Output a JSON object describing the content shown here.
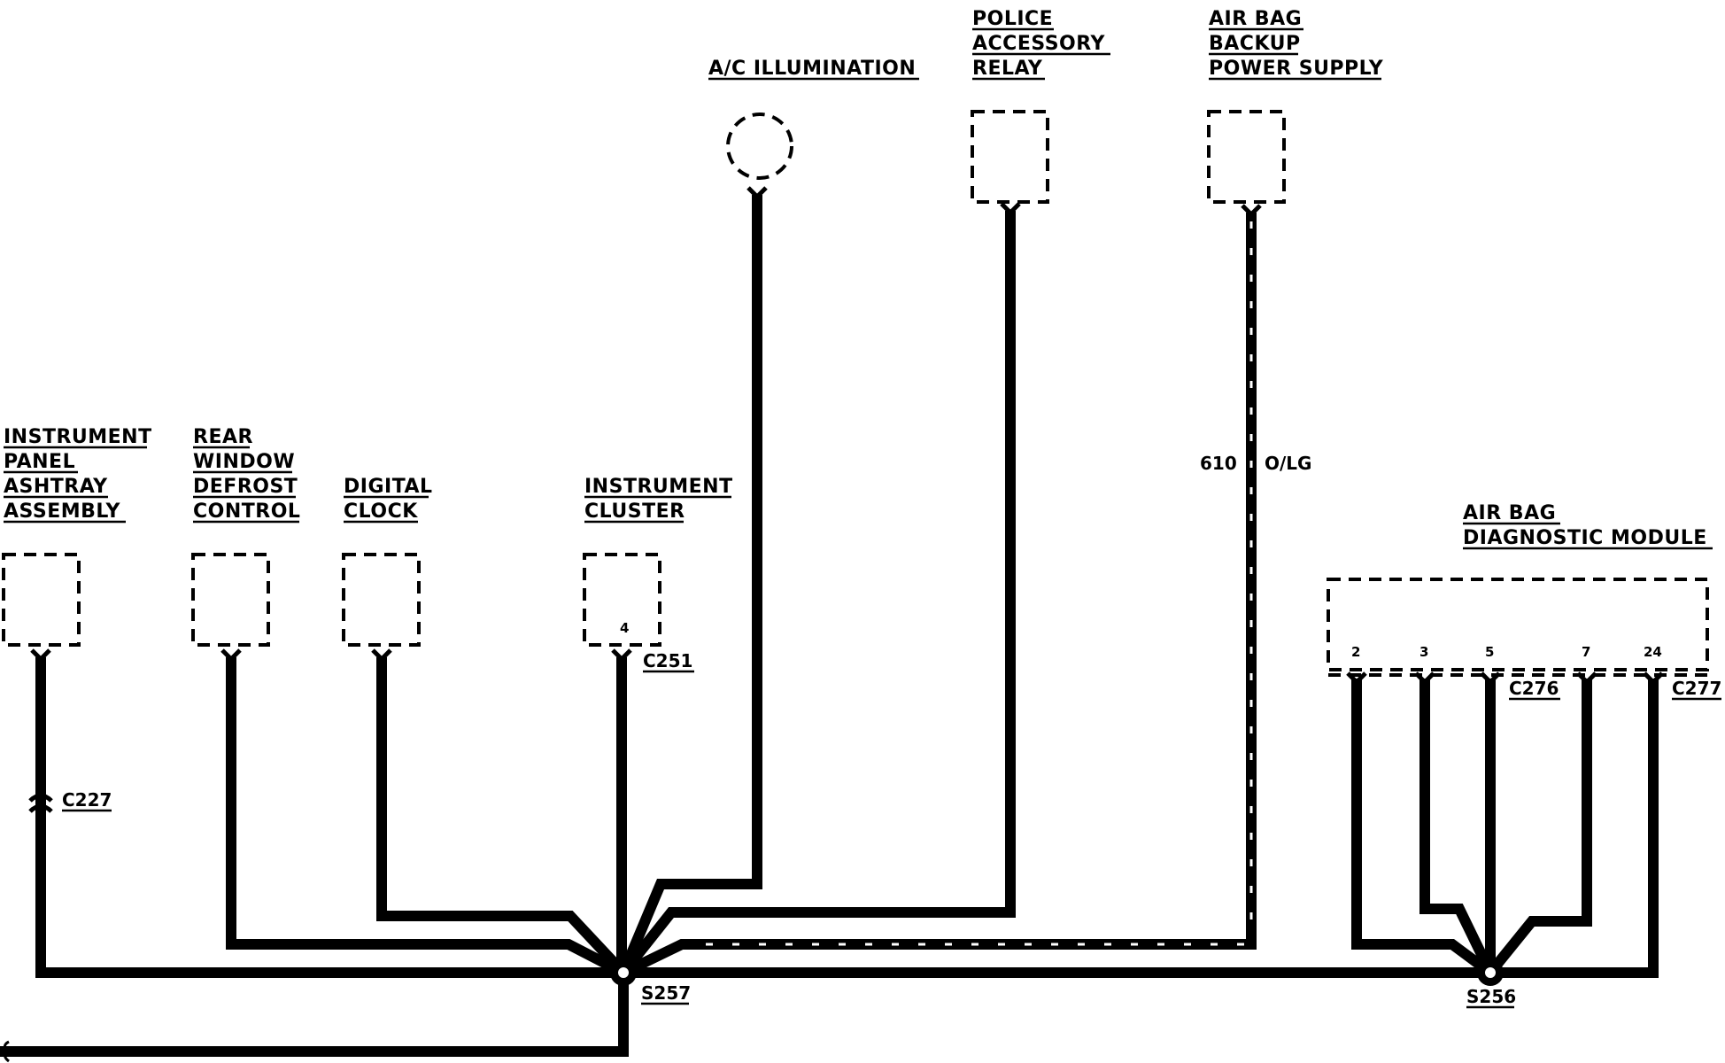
{
  "components": {
    "ashtray": [
      "INSTRUMENT",
      "PANEL",
      "ASHTRAY",
      "ASSEMBLY"
    ],
    "defrost": [
      "REAR",
      "WINDOW",
      "DEFROST",
      "CONTROL"
    ],
    "clock": [
      "DIGITAL",
      "CLOCK"
    ],
    "cluster": [
      "INSTRUMENT",
      "CLUSTER"
    ],
    "ac": [
      "A/C ILLUMINATION"
    ],
    "police": [
      "POLICE",
      "ACCESSORY",
      "RELAY"
    ],
    "backup": [
      "AIR BAG",
      "BACKUP",
      "POWER SUPPLY"
    ],
    "diag": [
      "AIR BAG",
      "DIAGNOSTIC MODULE"
    ]
  },
  "connectors": {
    "c227": "C227",
    "c251": "C251",
    "c276": "C276",
    "c277": "C277",
    "s257": "S257",
    "s256": "S256"
  },
  "pins": {
    "cluster": "4",
    "diag": [
      "2",
      "3",
      "5",
      "7",
      "24"
    ]
  },
  "wire": {
    "circuit": "610",
    "color": "O/LG"
  }
}
